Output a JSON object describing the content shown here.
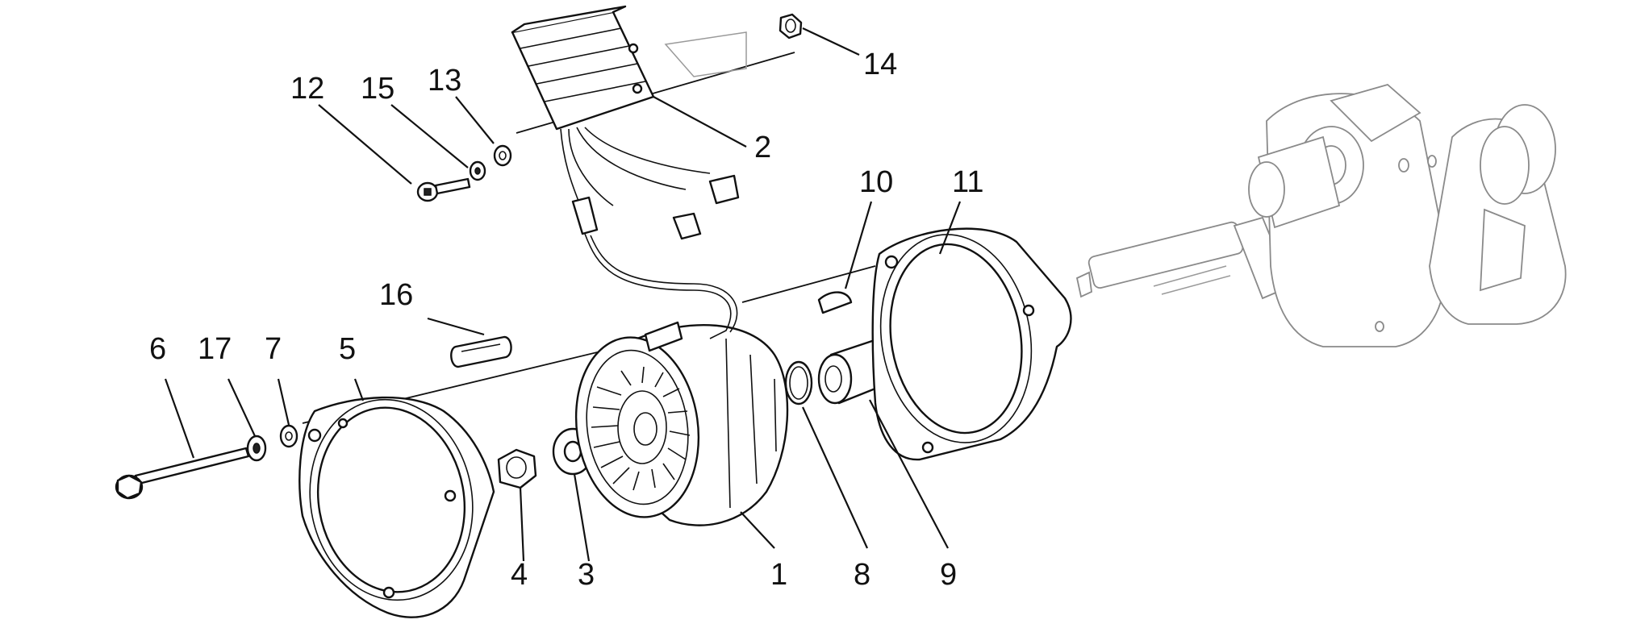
{
  "callouts": [
    {
      "id": "1",
      "text": "1"
    },
    {
      "id": "2",
      "text": "2"
    },
    {
      "id": "3",
      "text": "3"
    },
    {
      "id": "4",
      "text": "4"
    },
    {
      "id": "5",
      "text": "5"
    },
    {
      "id": "6",
      "text": "6"
    },
    {
      "id": "7",
      "text": "7"
    },
    {
      "id": "8",
      "text": "8"
    },
    {
      "id": "9",
      "text": "9"
    },
    {
      "id": "10",
      "text": "10"
    },
    {
      "id": "11",
      "text": "11"
    },
    {
      "id": "12",
      "text": "12"
    },
    {
      "id": "13",
      "text": "13"
    },
    {
      "id": "14",
      "text": "14"
    },
    {
      "id": "15",
      "text": "15"
    },
    {
      "id": "16",
      "text": "16"
    },
    {
      "id": "17",
      "text": "17"
    }
  ],
  "colors": {
    "line": "#111111",
    "background": "#ffffff",
    "faint": "#8a8a8a"
  }
}
